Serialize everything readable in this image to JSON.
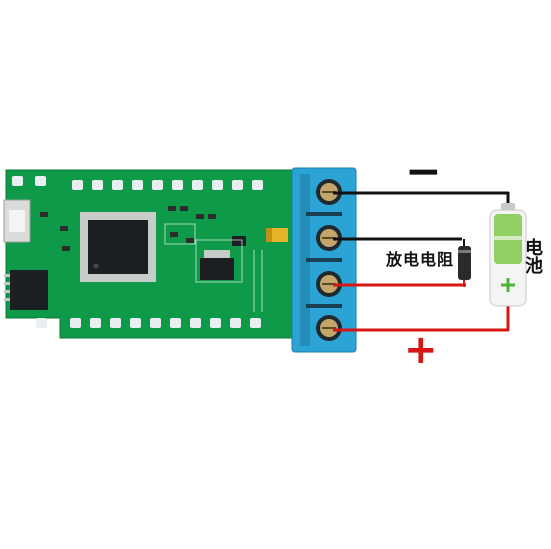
{
  "labels": {
    "resistor": "放电电阻",
    "battery": "电池",
    "minus": "−",
    "plus": "+"
  },
  "colors": {
    "pcb": "#0f9a4a",
    "terminal_block": "#2ba3d4",
    "wire_black": "#111111",
    "wire_red": "#d81414",
    "battery_body": "#8fcf63"
  },
  "icons": {
    "board": "microcontroller-board",
    "chip": "qfp-chip-icon",
    "terminal": "screw-terminal-icon",
    "resistor": "resistor-icon",
    "battery": "battery-icon"
  }
}
